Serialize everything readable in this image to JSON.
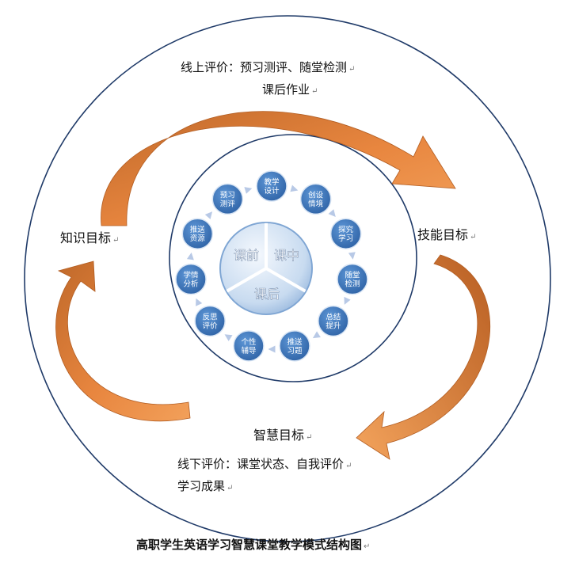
{
  "online_eval": {
    "line1": "线上评价：预习测评、随堂检测",
    "line2": "课后作业"
  },
  "goals": {
    "knowledge": "知识目标",
    "skill": "技能目标",
    "wisdom": "智慧目标"
  },
  "offline_eval": {
    "line1": "线下评价：课堂状态、自我评价",
    "line2": "学习成果"
  },
  "caption": "高职学生英语学习智慧课堂教学模式结构图",
  "paragraph_mark": "↵",
  "center_segments": {
    "before": "课前",
    "during": "课中",
    "after": "课后"
  },
  "cycle_nodes": [
    {
      "l1": "教学",
      "l2": "设计"
    },
    {
      "l1": "创设",
      "l2": "情境"
    },
    {
      "l1": "探究",
      "l2": "学习"
    },
    {
      "l1": "随堂",
      "l2": "检测"
    },
    {
      "l1": "总结",
      "l2": "提升"
    },
    {
      "l1": "推送",
      "l2": "习题"
    },
    {
      "l1": "个性",
      "l2": "辅导"
    },
    {
      "l1": "反思",
      "l2": "评价"
    },
    {
      "l1": "学情",
      "l2": "分析"
    },
    {
      "l1": "推送",
      "l2": "资源"
    },
    {
      "l1": "预习",
      "l2": "测评"
    }
  ],
  "colors": {
    "node_fill": "#3f79bf",
    "node_text": "#ffffff",
    "arrow_dark": "#c0692a",
    "arrow_light": "#f2a05a",
    "ring": "#1f3a68",
    "center_light": "#eaf2fb",
    "center_dark": "#9cbce0"
  }
}
